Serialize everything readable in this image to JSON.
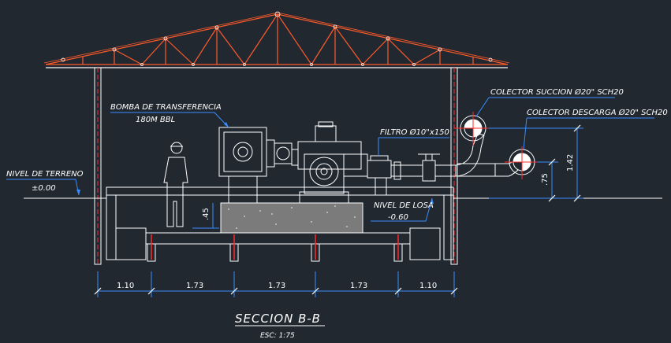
{
  "labels": {
    "pump_title": "BOMBA DE TRANSFERENCIA",
    "pump_capacity": "180M BBL",
    "ground_level_title": "NIVEL DE TERRENO",
    "ground_level_value": "±0.00",
    "slab_level_title": "NIVEL DE LOSA",
    "slab_level_value": "-0.60",
    "filter": "FILTRO Ø10\"x150",
    "suction_header": "COLECTOR SUCCION Ø20\" SCH20",
    "discharge_header": "COLECTOR DESCARGA Ø20\" SCH20"
  },
  "dimensions": {
    "bottom": [
      "1.10",
      "1.73",
      "1.73",
      "1.73",
      "1.10"
    ],
    "height_142": "1.42",
    "height_75": ".75",
    "height_45": ".45"
  },
  "title": {
    "main": "SECCION B-B",
    "scale": "ESC: 1:75"
  },
  "colors": {
    "background": "#212830",
    "structure": "#ffffff",
    "roof": "#ff5a2a",
    "accent_red": "#ff2a2a",
    "dimension": "#3a8cff",
    "leader": "#3a8cff",
    "concrete": "#8a8a8a"
  }
}
